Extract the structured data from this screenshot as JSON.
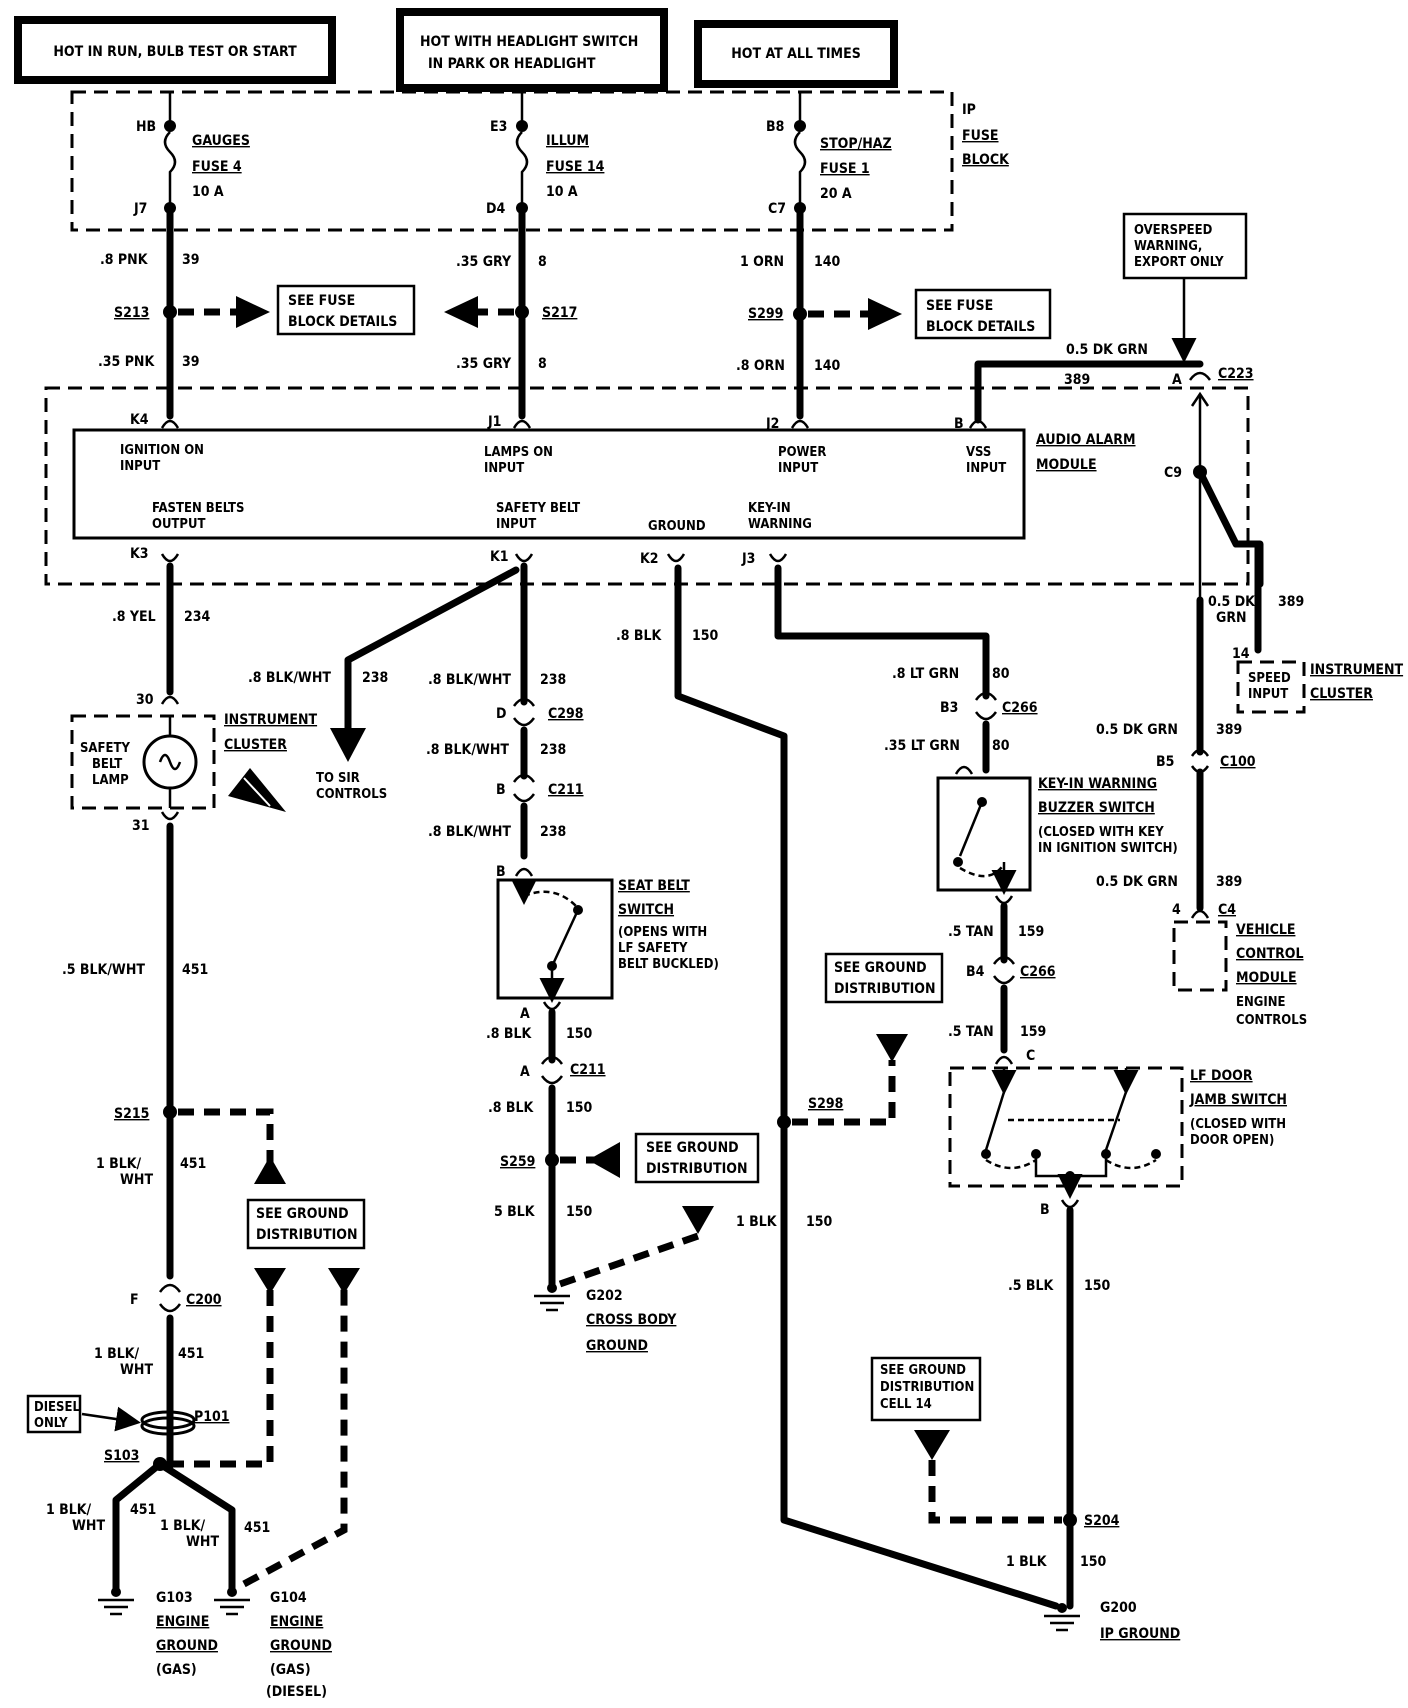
{
  "power_sources": {
    "run": "HOT IN RUN, BULB TEST OR START",
    "headlight_1": "HOT WITH HEADLIGHT SWITCH",
    "headlight_2": "IN PARK OR HEADLIGHT",
    "always": "HOT AT ALL TIMES"
  },
  "fuse_block": {
    "l1": "IP",
    "l2": "FUSE",
    "l3": "BLOCK"
  },
  "fuses": [
    {
      "top_pin": "HB",
      "name": "GAUGES",
      "fuse": "FUSE 4",
      "amp": "10 A",
      "bot_pin": "J7"
    },
    {
      "top_pin": "E3",
      "name": "ILLUM",
      "fuse": "FUSE 14",
      "amp": "10 A",
      "bot_pin": "D4"
    },
    {
      "top_pin": "B8",
      "name": "STOP/HAZ",
      "fuse": "FUSE 1",
      "amp": "20 A",
      "bot_pin": "C7"
    }
  ],
  "wires": {
    "w1a": ".8 PNK",
    "c1a": "39",
    "w1b": ".35 PNK",
    "c1b": "39",
    "w2a": ".35 GRY",
    "c2a": "8",
    "w2b": ".35 GRY",
    "c2b": "8",
    "w3a": "1 ORN",
    "c3a": "140",
    "w3b": ".8 ORN",
    "c3b": "140",
    "vss_a": "0.5 DK GRN",
    "vss_c": "389",
    "fasten": ".8 YEL",
    "fasten_c": "234",
    "sir": ".8 BLK/WHT",
    "sir_c": "238",
    "sb1": ".8 BLK/WHT",
    "sb1_c": "238",
    "sb2": ".8 BLK/WHT",
    "sb2_c": "238",
    "sb3": ".8 BLK/WHT",
    "sb3_c": "238",
    "gnd_k2": ".8 BLK",
    "gnd_k2_c": "150",
    "key1": ".8 LT GRN",
    "key1_c": "80",
    "key2": ".35 LT GRN",
    "key2_c": "80",
    "tan1": ".5 TAN",
    "tan1_c": "159",
    "tan2": ".5 TAN",
    "tan2_c": "159",
    "door_b": ".5 BLK",
    "door_b_c": "150",
    "s204_g200": "1 BLK",
    "s204_g200_c": "150",
    "lamp_out": ".5 BLK/WHT",
    "lamp_out_c": "451",
    "s215_c200_1": "1 BLK/",
    "s215_c200_2": "WHT",
    "s215_c200_c": "451",
    "c200_p101_1": "1 BLK/",
    "c200_p101_2": "WHT",
    "c200_p101_c": "451",
    "g103_1": "1 BLK/",
    "g103_2": "WHT",
    "g103_c": "451",
    "g104_1": "1 BLK/",
    "g104_2": "WHT",
    "g104_c": "451",
    "sbsw_out": ".8 BLK",
    "sbsw_out_c": "150",
    "c211_s259": ".8 BLK",
    "c211_s259_c": "150",
    "s259_g202": "5 BLK",
    "s259_g202_c": "150",
    "s298_g200": "1 BLK",
    "s298_g200_c": "150",
    "c9_1": "0.5 DK",
    "c9_2": "GRN",
    "c9_c": "389",
    "c100_a": "0.5 DK GRN",
    "c100_a_c": "389",
    "c100_b": "0.5 DK GRN",
    "c100_b_c": "389"
  },
  "splices": {
    "s213": "S213",
    "s217": "S217",
    "s299": "S299",
    "s215": "S215",
    "s103": "S103",
    "s259": "S259",
    "s298": "S298",
    "s204": "S204"
  },
  "see_fuse": {
    "l1": "SEE FUSE",
    "l2": "BLOCK DETAILS"
  },
  "see_ground": {
    "l1": "SEE GROUND",
    "l2": "DISTRIBUTION"
  },
  "see_ground_cell": {
    "l1": "SEE GROUND",
    "l2": "DISTRIBUTION",
    "l3": "CELL 14"
  },
  "overspeed": {
    "l1": "OVERSPEED",
    "l2": "WARNING,",
    "l3": "EXPORT ONLY"
  },
  "module": {
    "name1": "AUDIO ALARM",
    "name2": "MODULE",
    "ign1": "IGNITION ON",
    "ign2": "INPUT",
    "lamps1": "LAMPS ON",
    "lamps2": "INPUT",
    "pwr1": "POWER",
    "pwr2": "INPUT",
    "vss1": "VSS",
    "vss2": "INPUT",
    "fb1": "FASTEN BELTS",
    "fb2": "OUTPUT",
    "sbi1": "SAFETY BELT",
    "sbi2": "INPUT",
    "gnd": "GROUND",
    "key1": "KEY-IN",
    "key2": "WARNING",
    "pins": {
      "k4": "K4",
      "j1": "J1",
      "j2": "J2",
      "b": "B",
      "k3": "K3",
      "k1": "K1",
      "k2": "K2",
      "j3": "J3"
    }
  },
  "connectors": {
    "c223": "C223",
    "c223_pin": "A",
    "c9": "C9",
    "c298": "C298",
    "c298_pin": "D",
    "c211": "C211",
    "c211_pin": "B",
    "c211b": "C211",
    "c211b_pin": "A",
    "c266": "C266",
    "c266_pin": "B3",
    "c266b": "C266",
    "c266b_pin": "B4",
    "c100": "C100",
    "c100_pin": "B5",
    "c4": "C4",
    "c4_pin": "4",
    "c200": "C200",
    "c200_pin": "F",
    "p101": "P101",
    "speed_pin": "14",
    "lamp_pin30": "30",
    "lamp_pin31": "31",
    "sbsw_b": "B",
    "sbsw_a": "A",
    "door_c": "C",
    "door_b": "B"
  },
  "components": {
    "sb_lamp1": "SAFETY",
    "sb_lamp2": "BELT",
    "sb_lamp3": "LAMP",
    "ic1": "INSTRUMENT",
    "ic2": "CLUSTER",
    "sir1": "TO SIR",
    "sir2": "CONTROLS",
    "sbsw1": "SEAT BELT",
    "sbsw2": "SWITCH",
    "sbsw3": "(OPENS WITH",
    "sbsw4": "LF SAFETY",
    "sbsw5": "BELT BUCKLED)",
    "key1": "KEY-IN WARNING",
    "key2": "BUZZER SWITCH",
    "key3": "(CLOSED WITH KEY",
    "key4": "IN IGNITION SWITCH)",
    "speed1": "SPEED",
    "speed2": "INPUT",
    "ic3": "INSTRUMENT",
    "ic4": "CLUSTER",
    "vcm1": "VEHICLE",
    "vcm2": "CONTROL",
    "vcm3": "MODULE",
    "vcm4": "ENGINE",
    "vcm5": "CONTROLS",
    "door1": "LF DOOR",
    "door2": "JAMB SWITCH",
    "door3": "(CLOSED WITH",
    "door4": "DOOR OPEN)",
    "diesel1": "DIESEL",
    "diesel2": "ONLY"
  },
  "grounds": {
    "g202a": "G202",
    "g202b": "CROSS BODY",
    "g202c": "GROUND",
    "g200a": "G200",
    "g200b": "IP GROUND",
    "g103a": "G103",
    "g103b": "ENGINE",
    "g103c": "GROUND",
    "g103d": "(GAS)",
    "g104a": "G104",
    "g104b": "ENGINE",
    "g104c": "GROUND",
    "g104d": "(GAS)",
    "g104e": "(DIESEL)"
  }
}
